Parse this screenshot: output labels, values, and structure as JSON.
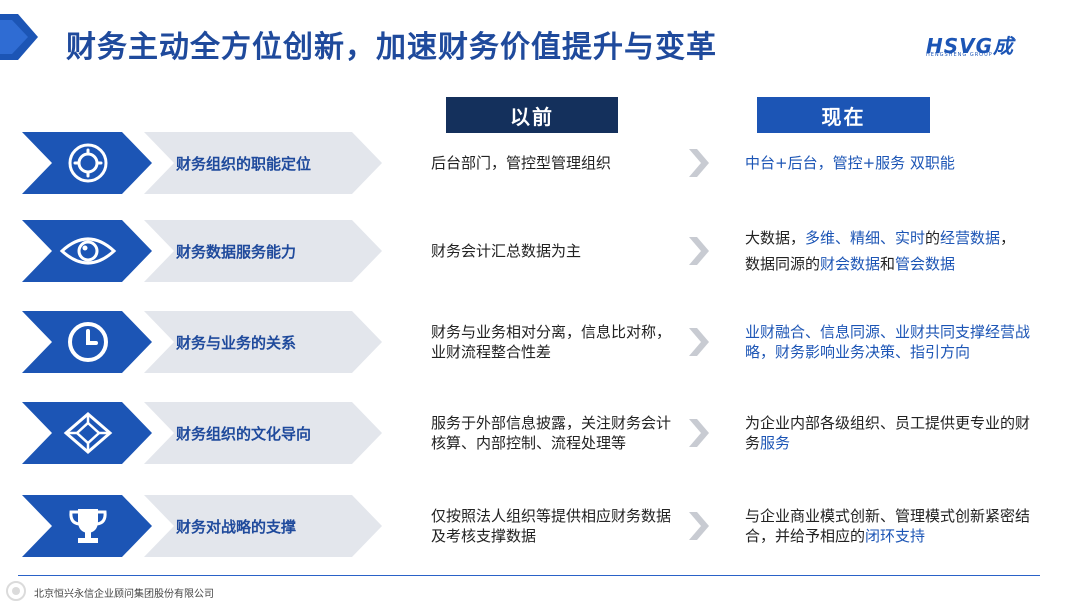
{
  "title": "财务主动全方位创新，加速财务价值提升与变革",
  "logo": {
    "text": "HSVG成",
    "subtitle": "HENGSHENG GROUP"
  },
  "headers": {
    "before": "以前",
    "now": "现在"
  },
  "rows": [
    {
      "icon": "gear-circle-icon",
      "label": "财务组织的职能定位",
      "before": "后台部门，管控型管理组织",
      "now": [
        {
          "text": "中台+后台，管控+服务 双职能",
          "color": "blue"
        }
      ]
    },
    {
      "icon": "eye-icon",
      "label": "财务数据服务能力",
      "before": "财务会计汇总数据为主",
      "now": [
        {
          "text": "大数据，",
          "color": "dark"
        },
        {
          "text": "多维、精细、实时",
          "color": "blue"
        },
        {
          "text": "的",
          "color": "dark"
        },
        {
          "text": "经营数据",
          "color": "blue"
        },
        {
          "text": "，",
          "color": "dark"
        },
        {
          "text": "数据同源的",
          "color": "dark"
        },
        {
          "text": "财会数据",
          "color": "blue"
        },
        {
          "text": "和",
          "color": "dark"
        },
        {
          "text": "管会数据",
          "color": "blue"
        }
      ]
    },
    {
      "icon": "clock-icon",
      "label": "财务与业务的关系",
      "before": "财务与业务相对分离，信息比对称，业财流程整合性差",
      "now": [
        {
          "text": "业财融合、信息同源、业财共同支撑经营战略，财务影响业务决策、指引方向",
          "color": "blue"
        }
      ]
    },
    {
      "icon": "cube-icon",
      "label": "财务组织的文化导向",
      "before": "服务于外部信息披露，关注财务会计核算、内部控制、流程处理等",
      "now": [
        {
          "text": "为企业内部各级组织、员工提供更专业的财务",
          "color": "dark"
        },
        {
          "text": "服务",
          "color": "blue"
        }
      ]
    },
    {
      "icon": "trophy-icon",
      "label": "财务对战略的支撑",
      "before": "仅按照法人组织等提供相应财务数据及考核支撑数据",
      "now": [
        {
          "text": "与企业商业模式创新、管理模式创新紧密结合，并给予相应的",
          "color": "dark"
        },
        {
          "text": "闭环支持",
          "color": "blue"
        }
      ]
    }
  ],
  "footer": {
    "company": "北京恒兴永信企业顾问集团股份有限公司"
  },
  "colors": {
    "navy": "#14305c",
    "blue": "#1c55b5",
    "title": "#1f4a9c",
    "chevron_light": "#e3e6ec"
  }
}
